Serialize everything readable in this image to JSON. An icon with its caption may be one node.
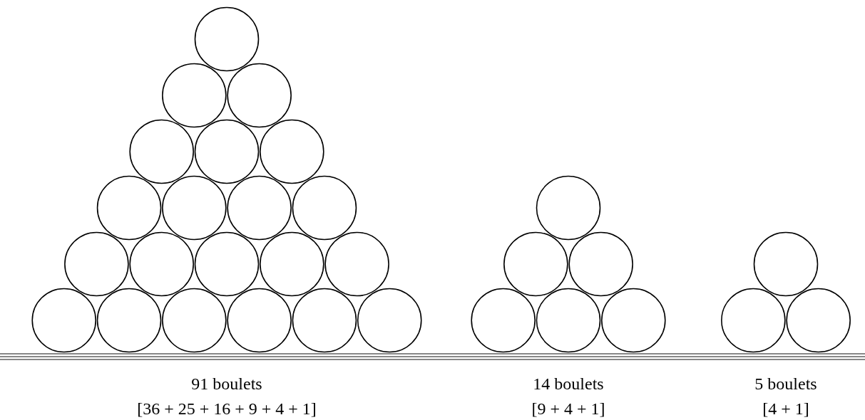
{
  "diagram": {
    "labels": [
      "91 boulets",
      "[36 + 25 + 16 + 9 + 4 + 1]",
      "14 boulets",
      "[9 + 4 + 1]",
      "5 boulets",
      "[4 + 1]"
    ]
  }
}
